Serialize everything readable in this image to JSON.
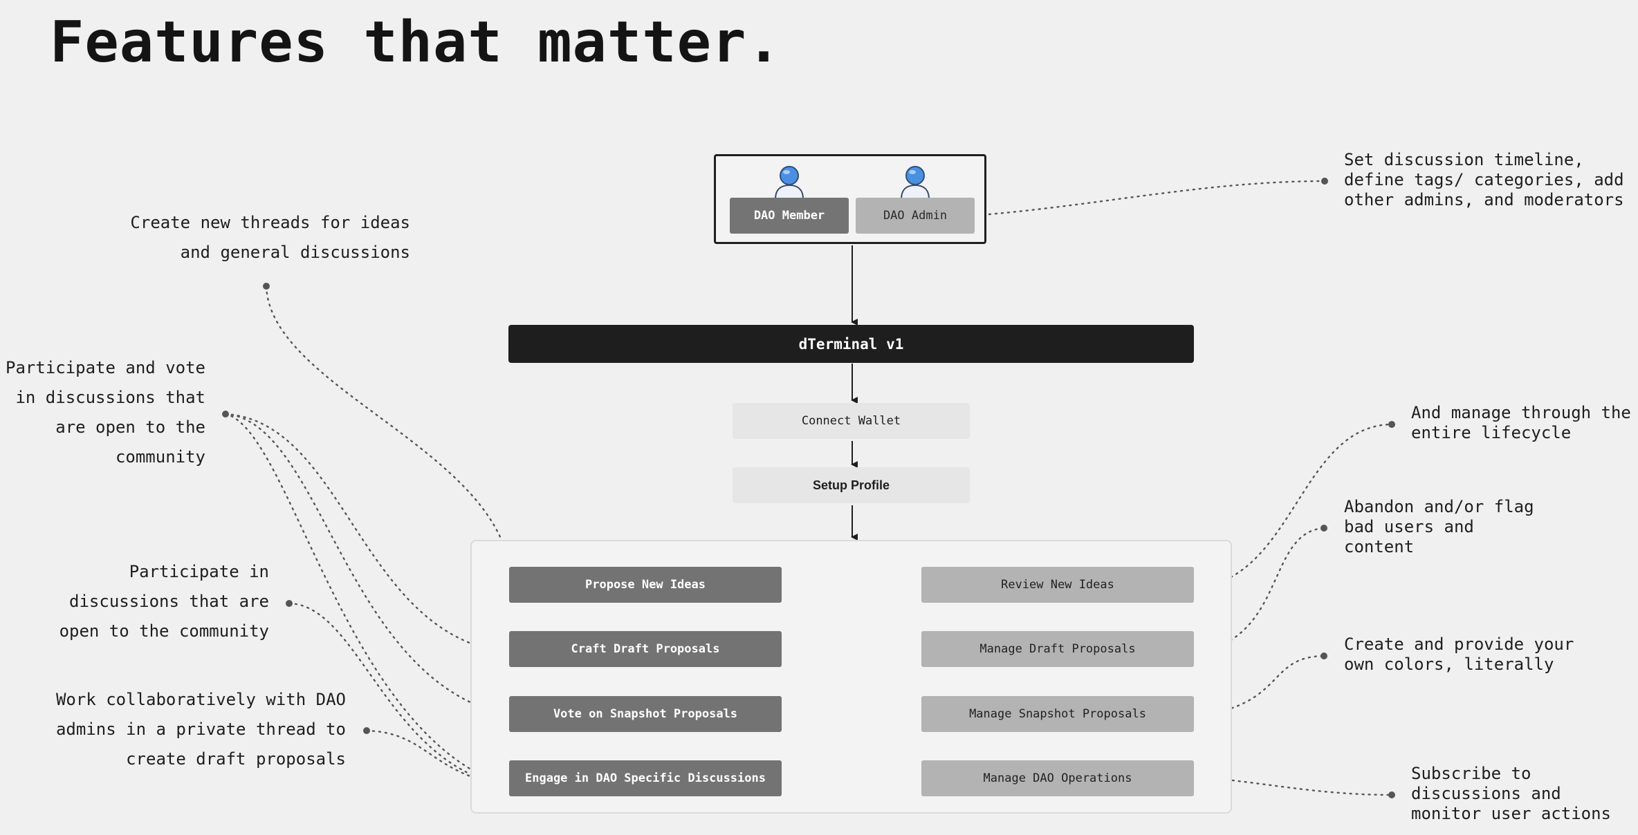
{
  "title": "Features that matter.",
  "roles": {
    "member": "DAO Member",
    "admin": "DAO Admin"
  },
  "platform": "dTerminal v1",
  "steps": {
    "connect": "Connect Wallet",
    "setup": "Setup Profile"
  },
  "member_features": [
    "Propose New Ideas",
    "Craft Draft Proposals",
    "Vote on Snapshot Proposals",
    "Engage in DAO Specific Discussions"
  ],
  "admin_features": [
    "Review New Ideas",
    "Manage Draft Proposals",
    "Manage Snapshot Proposals",
    "Manage DAO Operations"
  ],
  "left_notes": [
    "Create new threads for ideas\nand general discussions",
    "Participate and vote\nin discussions that\nare open to the\ncommunity",
    "Participate in\ndiscussions that are\nopen to the community",
    "Work collaboratively with DAO\nadmins in a private thread to\ncreate draft proposals"
  ],
  "right_notes": [
    "Set discussion timeline,\ndefine tags/ categories, add\nother admins, and moderators",
    "And manage through the\nentire lifecycle",
    "Abandon and/or flag\nbad users and\ncontent",
    "Create and provide your\nown colors, literally",
    "Subscribe to\ndiscussions and\nmonitor user actions"
  ],
  "colors": {
    "background": "#f0f0f0",
    "platform_bar": "#1e1e1e",
    "member_button": "#737373",
    "admin_button": "#b3b3b3",
    "step_box": "#e6e6e6",
    "user_icon": "#4a90e2"
  },
  "icons": [
    "user-icon",
    "user-icon"
  ]
}
